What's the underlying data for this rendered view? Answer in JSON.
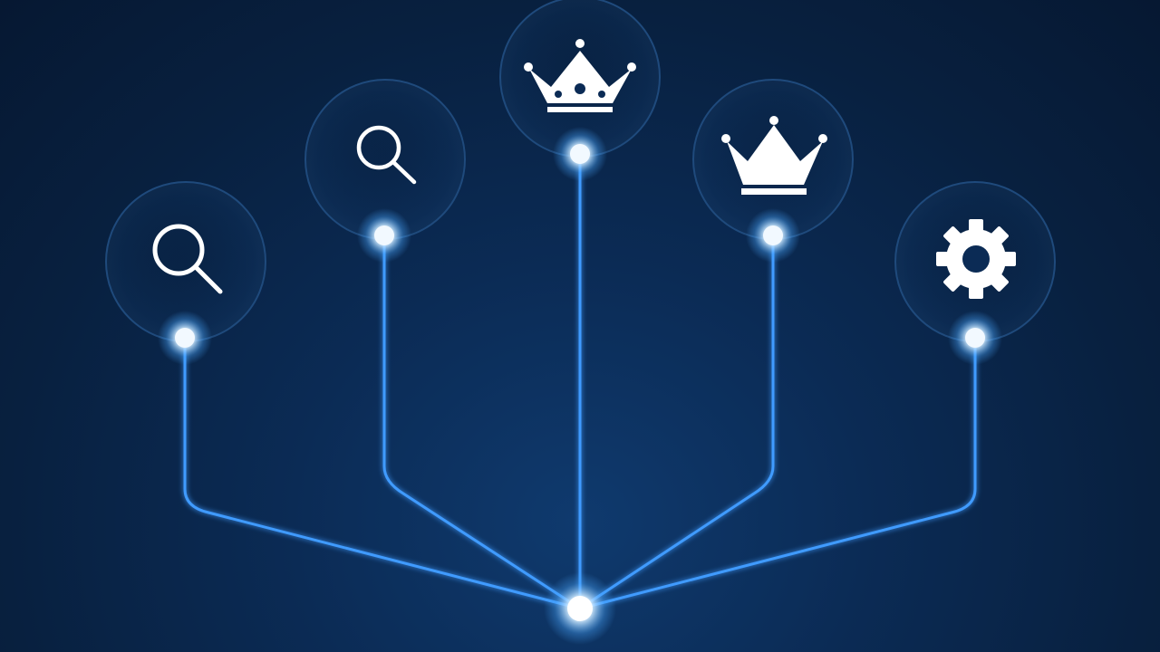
{
  "colors": {
    "background": "#0b2b55",
    "line": "#4aa8ff",
    "node_glow": "#bfe3ff",
    "icon": "#ffffff",
    "ring": "#2a5a8f"
  },
  "nodes": [
    {
      "id": "left-search",
      "icon": "search-icon"
    },
    {
      "id": "mid-left-search",
      "icon": "search-icon"
    },
    {
      "id": "center-crown",
      "icon": "crown-icon"
    },
    {
      "id": "mid-right-crown",
      "icon": "crown-icon"
    },
    {
      "id": "right-gear",
      "icon": "gear-icon"
    }
  ],
  "hub": {
    "id": "hub-node"
  }
}
